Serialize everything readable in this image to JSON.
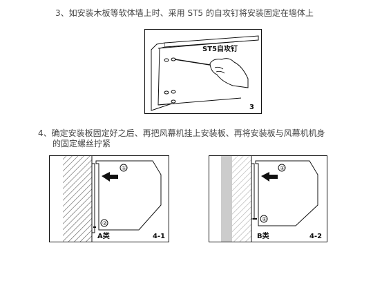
{
  "steps": [
    {
      "title": "3、如安装木板等软体墙上时、采用 ST5 的自攻钉将安装固定在墙体上",
      "figure": {
        "screw_label": "ST5自攻钉",
        "number": "3"
      }
    },
    {
      "title_line1": "4、确定安装板固定好之后、再把风幕机挂上安装板、再将安装板与风幕机机身",
      "title_line2": "的固定螺丝拧紧",
      "figures": [
        {
          "type_label": "A类",
          "number": "4-1",
          "marker_1": "①",
          "marker_2": "②"
        },
        {
          "type_label": "B类",
          "number": "4-2",
          "marker_1": "①",
          "marker_2": "②"
        }
      ]
    }
  ],
  "colors": {
    "line": "#111111",
    "wall_hatch": "#555555",
    "concrete": "#cccccc"
  }
}
